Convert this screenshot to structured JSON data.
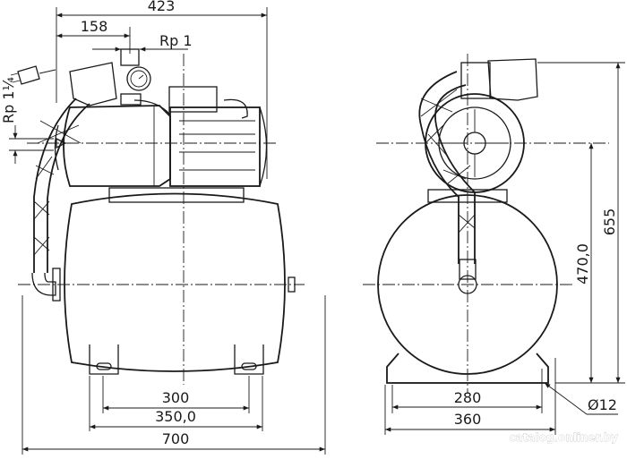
{
  "drawing": {
    "side_view": {
      "dims": {
        "overall_length": "423",
        "suction_offset": "158",
        "discharge_thread": "Rp 1",
        "suction_thread": "Rp 1¼",
        "feet_hole_spacing": "300",
        "feet_spacing": "350,0",
        "tank_length": "700"
      }
    },
    "front_view": {
      "dims": {
        "total_height": "655",
        "axis_height": "470,0",
        "base_hole_spacing": "280",
        "base_width": "360",
        "hole_diameter": "Ø12"
      }
    }
  },
  "watermark": "catalog.onliner.by"
}
